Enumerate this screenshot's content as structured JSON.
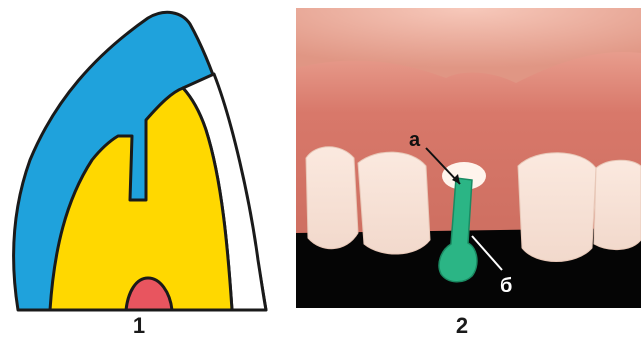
{
  "figures": [
    {
      "number": "1"
    },
    {
      "number": "2"
    }
  ],
  "annotations": {
    "label_a": "а",
    "label_b": "б"
  },
  "colors": {
    "enamel": "#1fa2dc",
    "dentin": "#ffd800",
    "pulp": "#e8555f",
    "restoration": "#ffffff",
    "outline": "#1a1a1a",
    "gum": "#d8786a",
    "post": "#2bb585"
  }
}
